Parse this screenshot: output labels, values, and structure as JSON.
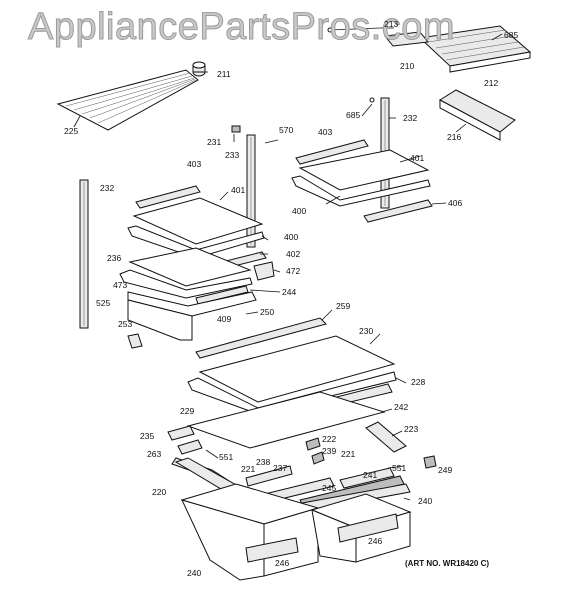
{
  "watermark": "AppliancePartsPros.com",
  "art_number": "(ART NO. WR18420 C)",
  "part_numbers": {
    "p213": "213",
    "p685a": "685",
    "p210": "210",
    "p212": "212",
    "p211": "211",
    "p225": "225",
    "p685b": "685",
    "p232a": "232",
    "p216": "216",
    "p231": "231",
    "p570": "570",
    "p233": "233",
    "p403a": "403",
    "p401a": "401",
    "p400a": "400",
    "p406": "406",
    "p403b": "403",
    "p232b": "232",
    "p401b": "401",
    "p400b": "400",
    "p402": "402",
    "p236": "236",
    "p472": "472",
    "p473": "473",
    "p244": "244",
    "p525": "525",
    "p409": "409",
    "p250": "250",
    "p253": "253",
    "p259": "259",
    "p230": "230",
    "p228": "228",
    "p229": "229",
    "p242": "242",
    "p223": "223",
    "p235": "235",
    "p222": "222",
    "p239": "239",
    "p221a": "221",
    "p263": "263",
    "p551a": "551",
    "p221b": "221",
    "p238": "238",
    "p237": "237",
    "p551b": "551",
    "p249": "249",
    "p241": "241",
    "p220": "220",
    "p245": "245",
    "p240a": "240",
    "p246a": "246",
    "p246b": "246",
    "p240b": "240"
  }
}
